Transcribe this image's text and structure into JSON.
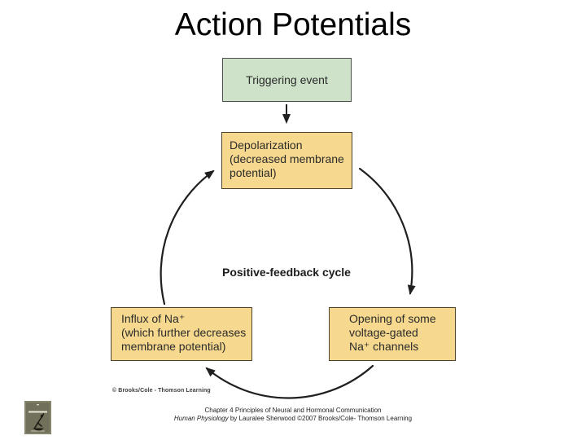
{
  "slide": {
    "title": "Action Potentials"
  },
  "colors": {
    "trigger_box_fill": "#cde2c9",
    "process_box_fill": "#f6d88e",
    "box_border": "#4f4f4f",
    "arrow_stroke": "#1f1f1f"
  },
  "diagram": {
    "trigger_label": "Triggering event",
    "depolarization_lines": [
      "Depolarization",
      "(decreased membrane",
      "potential)"
    ],
    "cycle_label": "Positive-feedback cycle",
    "influx_lines": [
      "Influx of Na⁺",
      "(which further decreases",
      "membrane potential)"
    ],
    "opening_lines": [
      "Opening of some",
      "voltage-gated",
      "Na⁺ channels"
    ],
    "copyright": "© Brooks/Cole - Thomson Learning"
  },
  "footer": {
    "line1": "Chapter 4 Principles of Neural and Hormonal Communication",
    "line2_italic": "Human Physiology",
    "line2_rest": " by Lauralee Sherwood ©2007 Brooks/Cole- Thomson Learning"
  }
}
